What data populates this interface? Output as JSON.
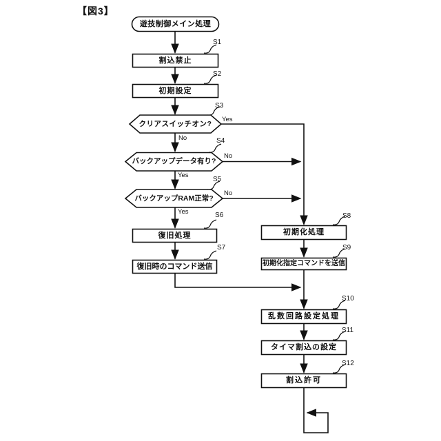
{
  "figure_label": "【図3】",
  "theme": {
    "ink": "#111111",
    "background": "#ffffff"
  },
  "flowchart": {
    "start": {
      "label": "遊技制御メイン処理"
    },
    "s1": {
      "id": "S1",
      "label": "割込禁止"
    },
    "s2": {
      "id": "S2",
      "label": "初期設定"
    },
    "s3": {
      "id": "S3",
      "label": "クリアスイッチオン?",
      "yes": "Yes",
      "no": "No"
    },
    "s4": {
      "id": "S4",
      "label": "バックアップデータ有り?",
      "yes": "Yes",
      "no": "No"
    },
    "s5": {
      "id": "S5",
      "label": "バックアップRAM正常?",
      "yes": "Yes",
      "no": "No"
    },
    "s6": {
      "id": "S6",
      "label": "復旧処理"
    },
    "s7": {
      "id": "S7",
      "label": "復旧時のコマンド送信"
    },
    "s8": {
      "id": "S8",
      "label": "初期化処理"
    },
    "s9": {
      "id": "S9",
      "label": "初期化指定コマンドを送信"
    },
    "s10": {
      "id": "S10",
      "label": "乱数回路設定処理"
    },
    "s11": {
      "id": "S11",
      "label": "タイマ割込の設定"
    },
    "s12": {
      "id": "S12",
      "label": "割込許可"
    }
  }
}
